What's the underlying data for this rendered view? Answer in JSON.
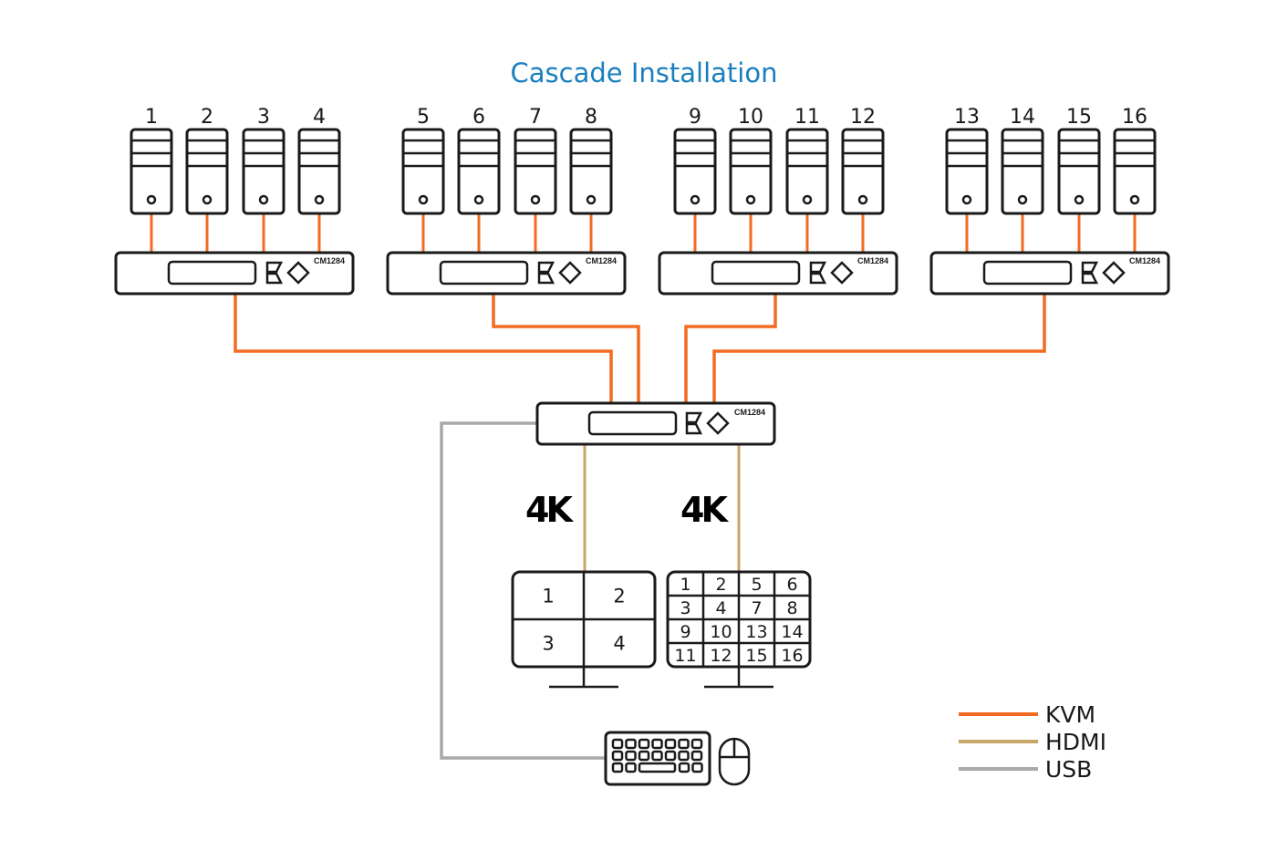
{
  "title": "Cascade Installation",
  "colors": {
    "title": "#1a7fbf",
    "kvm": "#f26b21",
    "hdmi": "#c8a56a",
    "usb": "#a9a9a9",
    "outline": "#1a1a1a"
  },
  "switch_model": "CM1284",
  "groups": [
    {
      "pcs": [
        "1",
        "2",
        "3",
        "4"
      ]
    },
    {
      "pcs": [
        "5",
        "6",
        "7",
        "8"
      ]
    },
    {
      "pcs": [
        "9",
        "10",
        "11",
        "12"
      ]
    },
    {
      "pcs": [
        "13",
        "14",
        "15",
        "16"
      ]
    }
  ],
  "master_switch": {
    "model": "CM1284"
  },
  "displays": [
    {
      "badge": "4K",
      "layout": "2x2",
      "cells": [
        "1",
        "2",
        "3",
        "4"
      ]
    },
    {
      "badge": "4K",
      "layout": "4x4",
      "cells": [
        "1",
        "2",
        "5",
        "6",
        "3",
        "4",
        "7",
        "8",
        "9",
        "10",
        "13",
        "14",
        "11",
        "12",
        "15",
        "16"
      ]
    }
  ],
  "peripherals": [
    "keyboard",
    "mouse"
  ],
  "legend": [
    {
      "label": "KVM",
      "color_key": "kvm"
    },
    {
      "label": "HDMI",
      "color_key": "hdmi"
    },
    {
      "label": "USB",
      "color_key": "usb"
    }
  ]
}
